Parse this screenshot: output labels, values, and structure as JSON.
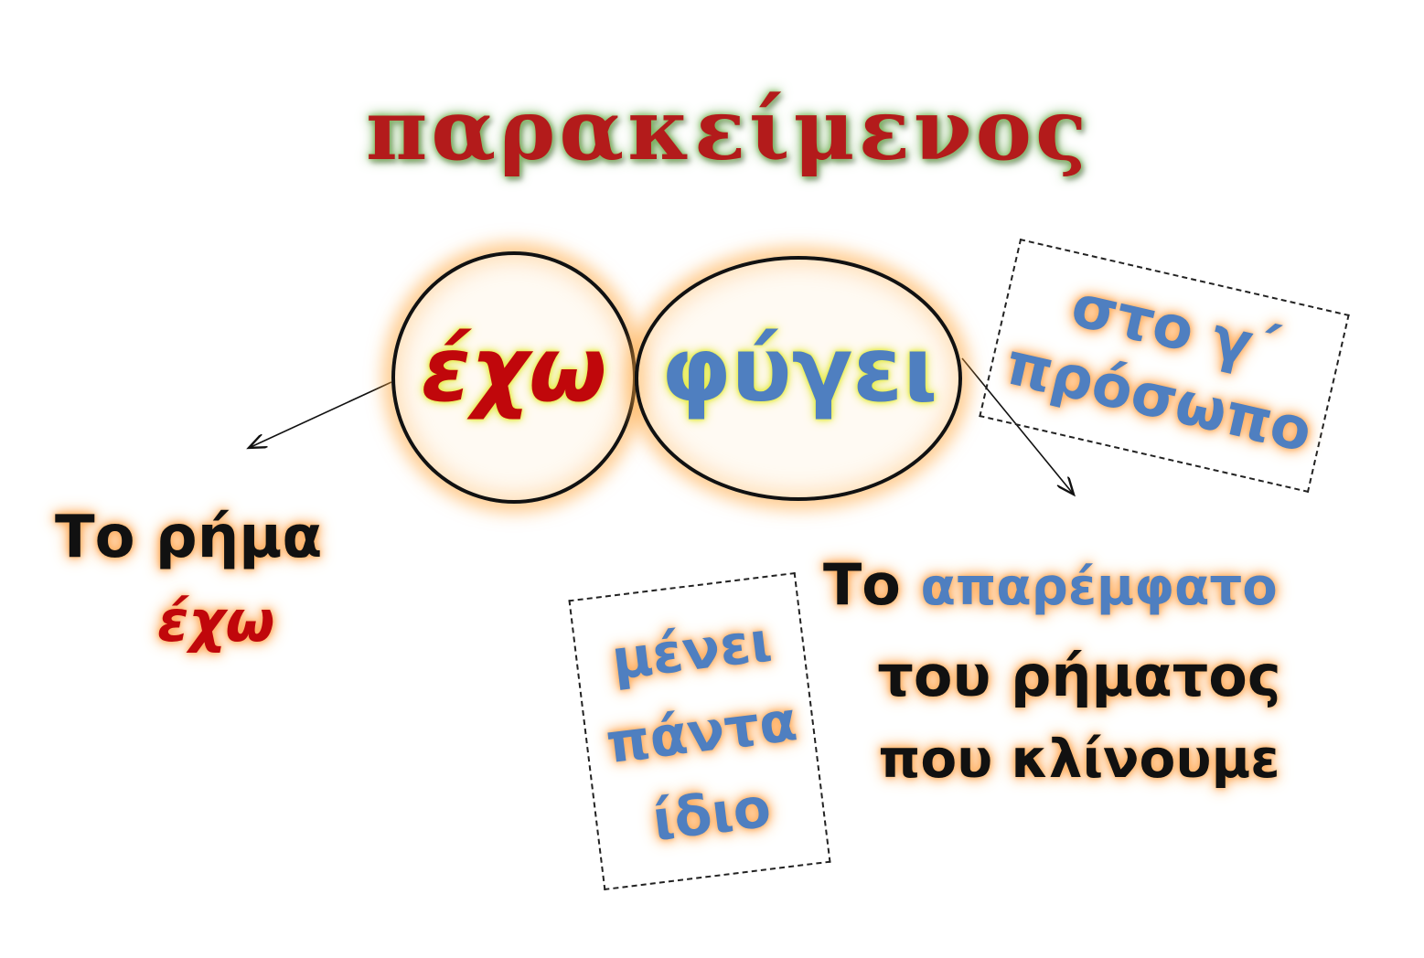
{
  "colors": {
    "title": "#b31b1b",
    "red": "#c0070b",
    "blue": "#4f7fc0"
  },
  "title": "παρακείμενος",
  "circle_left": {
    "word": "έχω"
  },
  "circle_right": {
    "word": "φύγει"
  },
  "left_note": {
    "line1": "Το ρήμα",
    "line2": "έχω"
  },
  "person_box": {
    "line1": "στο γ΄",
    "line2": "πρόσωπο"
  },
  "infinitive_note": {
    "word1": "Το",
    "word2": "απαρέμφατο",
    "line2": "του ρήματος",
    "line3": "που κλίνουμε"
  },
  "unchanged_box": {
    "line1": "μένει",
    "line2": "πάντα",
    "line3": "ίδιο"
  }
}
